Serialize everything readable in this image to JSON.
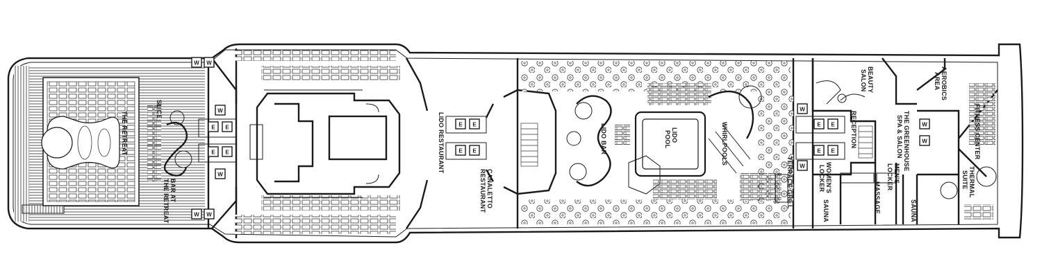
{
  "venues": {
    "the_retreat": "THE RETREAT",
    "bar_at_the_retreat": [
      "BAR AT",
      "THE RETREAT"
    ],
    "slice": "SLICE",
    "lido_restaurant": "LIDO RESTAURANT",
    "canaletto_restaurant": [
      "CANALETTO",
      "RESTAURANT"
    ],
    "lido_bar": "LIDO BAR",
    "lido_pool": [
      "LIDO",
      "POOL"
    ],
    "whirlpools": "WHIRLPOOLS",
    "terrace_grill": "TERRACE GRILL",
    "reception": "RECEPTION",
    "beauty_salon": [
      "BEAUTY",
      "SALON"
    ],
    "greenhouse_spa": [
      "THE GREENHOUSE",
      "SPA & SALON"
    ],
    "aerobics_area": [
      "AEROBICS",
      "AREA"
    ],
    "fitness_center": "FITNESS CENTER",
    "womens_locker": [
      "WOMEN'S",
      "LOCKER"
    ],
    "mens_locker": [
      "MEN'S",
      "LOCKER"
    ],
    "massage": "MASSAGE",
    "sauna_left": "SAUNA",
    "sauna_right": "SAUNA",
    "thermal_suite": [
      "THERMAL",
      "SUITE"
    ]
  },
  "tags": {
    "washroom": "W",
    "elevator": "E"
  },
  "colors": {
    "ink": "#1a1a1a",
    "background": "#ffffff"
  }
}
